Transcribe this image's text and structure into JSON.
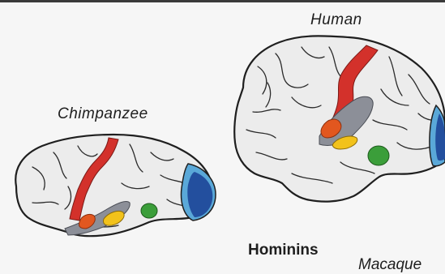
{
  "labels": {
    "human": "Human",
    "chimpanzee": "Chimpanzee",
    "hominins": "Hominins",
    "macaque": "Macaque"
  },
  "colors": {
    "background": "#f6f6f6",
    "brain_fill": "#ececec",
    "outline": "#1f1f1f",
    "red_region": "#d3312b",
    "orange_region": "#e2571f",
    "yellow_region": "#f2c21b",
    "gray_region": "#8c8f98",
    "green_region": "#3b9e3a",
    "blue_region_outer": "#5aa8d8",
    "blue_region_inner": "#234f9e"
  }
}
